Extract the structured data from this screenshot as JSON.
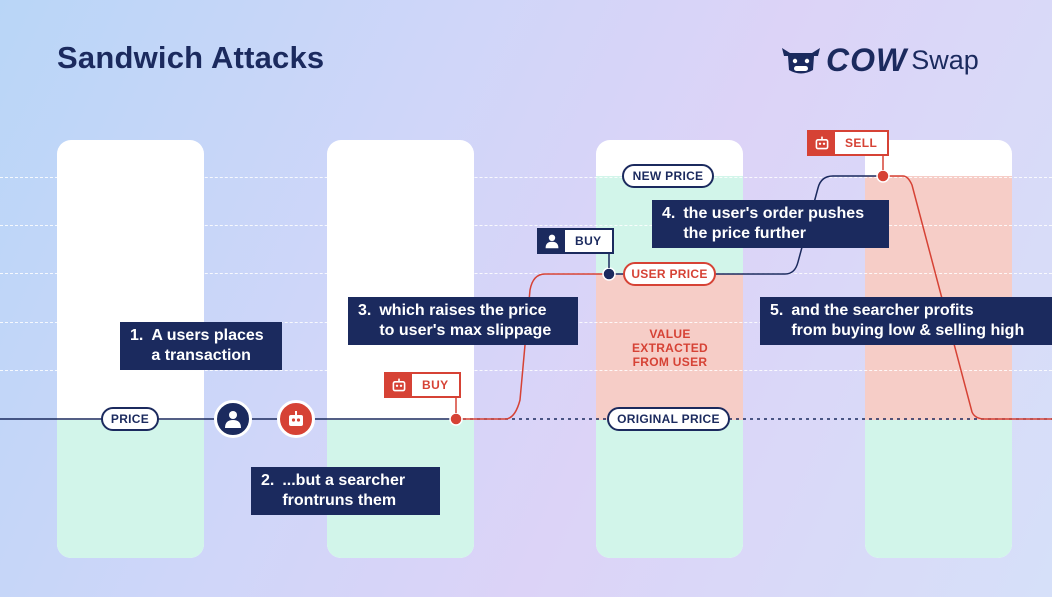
{
  "title": "Sandwich Attacks",
  "brand": {
    "name_bold": "COW",
    "name_light": "Swap"
  },
  "labels": {
    "price": "PRICE",
    "original_price": "ORIGINAL PRICE",
    "user_price": "USER PRICE",
    "new_price": "NEW PRICE",
    "value_line1": "VALUE",
    "value_line2": "EXTRACTED",
    "value_line3": "FROM USER"
  },
  "tags": {
    "bot_buy": "BUY",
    "user_buy": "BUY",
    "bot_sell": "SELL"
  },
  "steps": [
    {
      "num": "1.",
      "line1": "A users places",
      "line2": "a transaction"
    },
    {
      "num": "2.",
      "line1": "...but a searcher",
      "line2": "frontruns them"
    },
    {
      "num": "3.",
      "line1": "which raises the price",
      "line2": "to user's max slippage"
    },
    {
      "num": "4.",
      "line1": "the user's order pushes",
      "line2": "the price further"
    },
    {
      "num": "5.",
      "line1": "and the searcher profits",
      "line2": "from buying low & selling high"
    }
  ],
  "colors": {
    "navy": "#1b2a5e",
    "red": "#d64235",
    "green_fill": "#d2f5ea",
    "pink_fill": "#f6cdc7"
  }
}
